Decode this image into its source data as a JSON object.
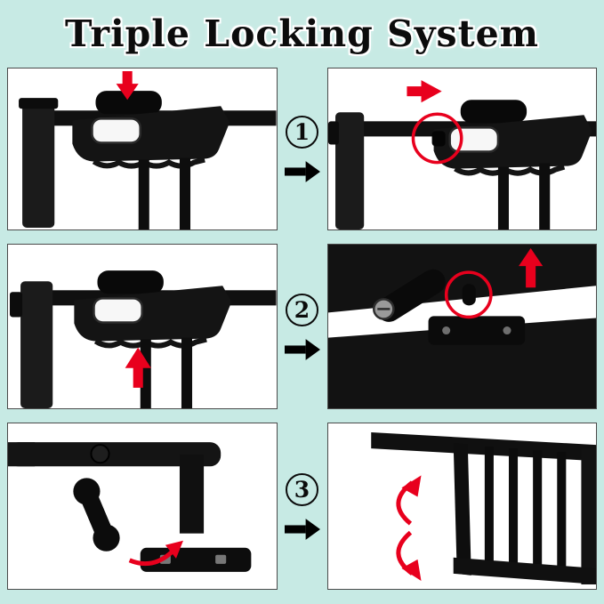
{
  "page": {
    "title": "Triple Locking System",
    "background_color": "#c7eae4",
    "panel_border_color": "#4a4a4a",
    "accent_red": "#e8001d",
    "gate_color": "#141414"
  },
  "steps": [
    {
      "number": "1",
      "left_illustration": "press-top-lock-button-down-icon",
      "right_illustration": "slide-top-lock-button-right-icon"
    },
    {
      "number": "2",
      "left_illustration": "lift-handle-up-icon",
      "right_illustration": "bottom-locking-pin-detail-icon"
    },
    {
      "number": "3",
      "left_illustration": "rotate-bottom-lever-icon",
      "right_illustration": "gate-swings-open-icon"
    }
  ]
}
